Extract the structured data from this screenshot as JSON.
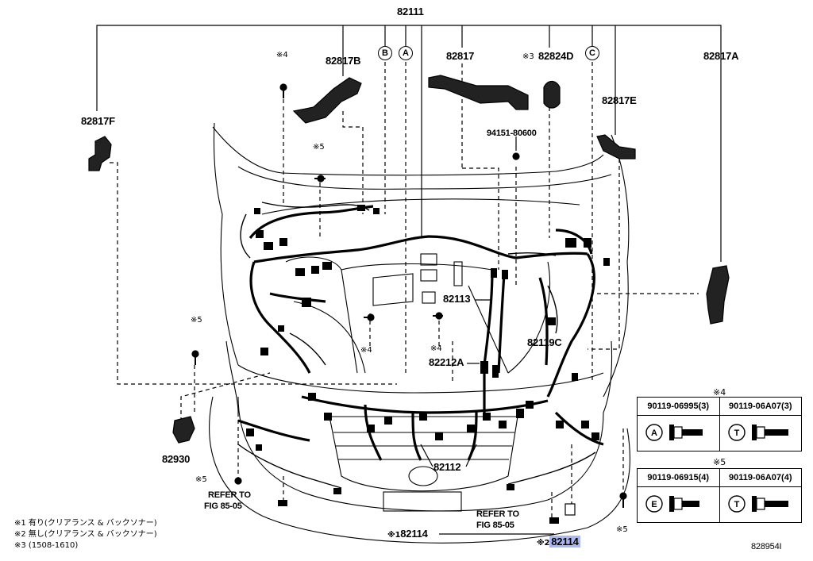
{
  "diagram": {
    "figure_id": "828954I",
    "part_labels": {
      "main_harness": "82111",
      "p82817B": "82817B",
      "p82817": "82817",
      "p82824D": "82824D",
      "p82817A": "82817A",
      "p82817F": "82817F",
      "p82817E": "82817E",
      "p94151": "94151-80600",
      "p82113": "82113",
      "p82119C": "82119C",
      "p82212A": "82212A",
      "p82112": "82112",
      "p82930": "82930",
      "p82114_front": "82114",
      "p82114_right": "82114"
    },
    "callouts": {
      "A": "A",
      "B": "B",
      "C": "C",
      "A_small": "A",
      "T_small": "T",
      "E_small": "E",
      "T2_small": "T"
    },
    "note_marks": {
      "m4_top": "※4",
      "m5_upper": "※5",
      "m5_left": "※5",
      "m4_mid_left": "※4",
      "m4_mid_right": "※4",
      "m5_bottom_left": "※5",
      "m5_bottom_right": "※5",
      "m3": "※3",
      "m1": "※1",
      "m2": "※2"
    },
    "refer_left": [
      "REFER TO",
      "FIG 85-05"
    ],
    "refer_right": [
      "REFER TO",
      "FIG 85-05"
    ],
    "footnotes": [
      "※1 有り(クリアランス & バックソナー)",
      "※2 無し(クリアランス & バックソナー)",
      "※3 (1508-1610)"
    ],
    "highlight_color": "#a9b8f2"
  },
  "legend": {
    "group4": {
      "title": "※4",
      "parts": [
        "90119-06995(3)",
        "90119-06A07(3)"
      ],
      "icons": [
        "A",
        "T"
      ]
    },
    "group5": {
      "title": "※5",
      "parts": [
        "90119-06915(4)",
        "90119-06A07(4)"
      ],
      "icons": [
        "E",
        "T"
      ]
    }
  }
}
